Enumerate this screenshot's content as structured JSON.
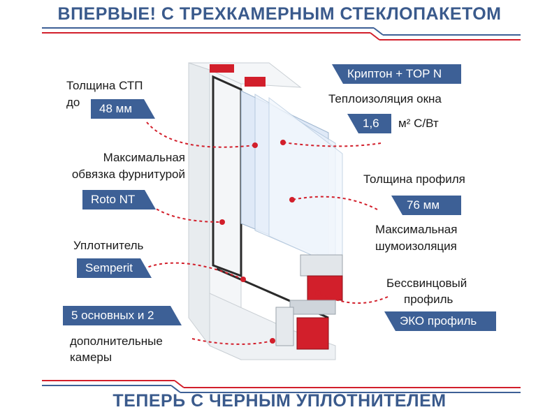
{
  "header": {
    "title": "ВПЕРВЫЕ! С ТРЕХКАМЕРНЫМ СТЕКЛОПАКЕТОМ"
  },
  "footer": {
    "title": "ТЕПЕРЬ С ЧЕРНЫМ УПЛОТНИТЕЛЕМ"
  },
  "features": {
    "stp_thickness": {
      "label_line1": "Толщина СТП",
      "label_line2": "до",
      "value": "48 мм"
    },
    "fittings": {
      "label_line1": "Максимальная",
      "label_line2": "обвязка фурнитурой",
      "value": "Roto NT"
    },
    "seal": {
      "label": "Уплотнитель",
      "value": "Semperit"
    },
    "chambers": {
      "value": "5 основных и 2",
      "label_line1": "дополнительные",
      "label_line2": "камеры"
    },
    "glass_fill": {
      "value": "Криптон + TOP N"
    },
    "thermal": {
      "label": "Теплоизоляция окна",
      "value": "1,6",
      "unit": "м² С/Вт"
    },
    "profile_thickness": {
      "label": "Толщина профиля",
      "value": "76 мм"
    },
    "noise": {
      "label_line1": "Максимальная",
      "label_line2": "шумоизоляция"
    },
    "eco": {
      "label_line1": "Бессвинцовый",
      "label_line2": "профиль",
      "value": "ЭКО профиль"
    }
  },
  "colors": {
    "accent_blue": "#3d6096",
    "accent_red": "#d21f2b",
    "title_blue": "#3a5a8c"
  }
}
